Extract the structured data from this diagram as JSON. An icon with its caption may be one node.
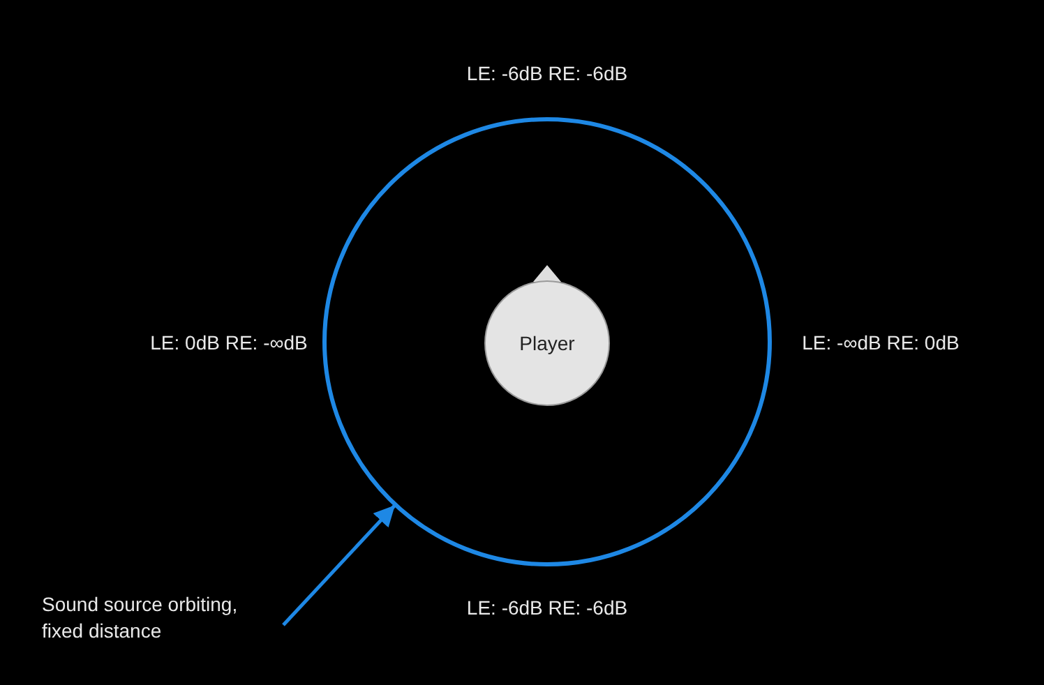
{
  "diagram": {
    "nodes": [
      {
        "text": [],
        "shape": "circle"
      },
      {
        "text": [
          "Player"
        ],
        "in": 0
      },
      {
        "text": [
          "Sound source orbiting, fixed distance"
        ]
      }
    ],
    "edges": [
      {
        "from": 2,
        "to": 0,
        "arrow": "to"
      }
    ],
    "labels": [
      "LE: -6dB RE: -6dB",
      "LE: 0dB RE: -∞dB",
      "LE: -∞dB RE: 0dB",
      "LE: -6dB RE: -6dB"
    ]
  }
}
